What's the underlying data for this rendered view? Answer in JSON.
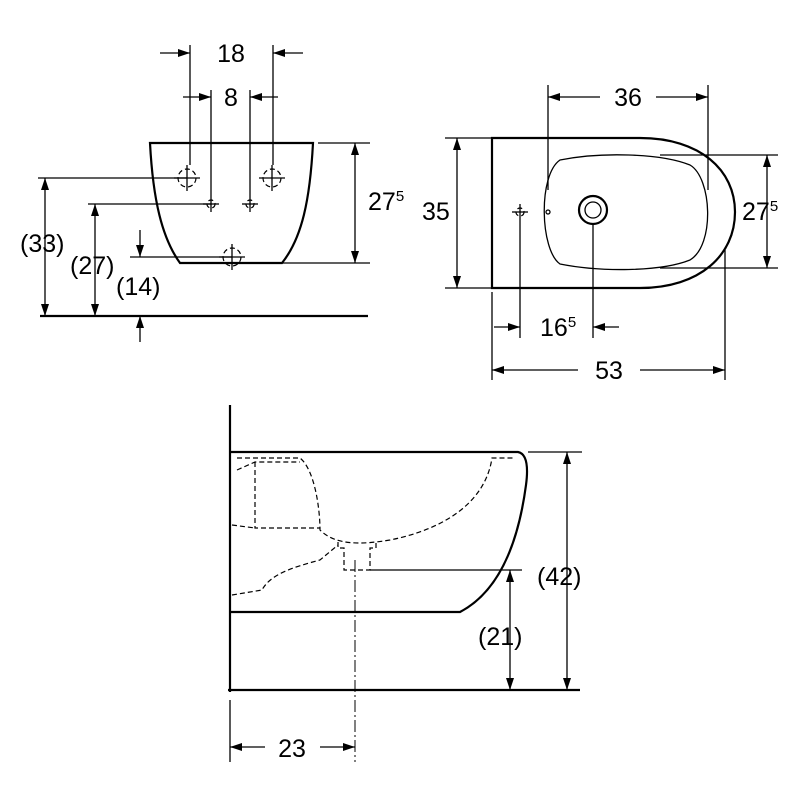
{
  "front_view": {
    "hole_spacing_outer": "18",
    "hole_spacing_inner": "8",
    "height_right": {
      "main": "27",
      "sup": "5"
    },
    "height_33": "(33)",
    "height_27": "(27)",
    "height_14": "(14)"
  },
  "top_view": {
    "depth_35": "35",
    "bowl_length_36": "36",
    "bowl_width": {
      "main": "27",
      "sup": "5"
    },
    "hole_distance": {
      "main": "16",
      "sup": "5"
    },
    "total_length_53": "53"
  },
  "side_view": {
    "height_42": "(42)",
    "height_21": "(21)",
    "drain_distance_23": "23"
  }
}
